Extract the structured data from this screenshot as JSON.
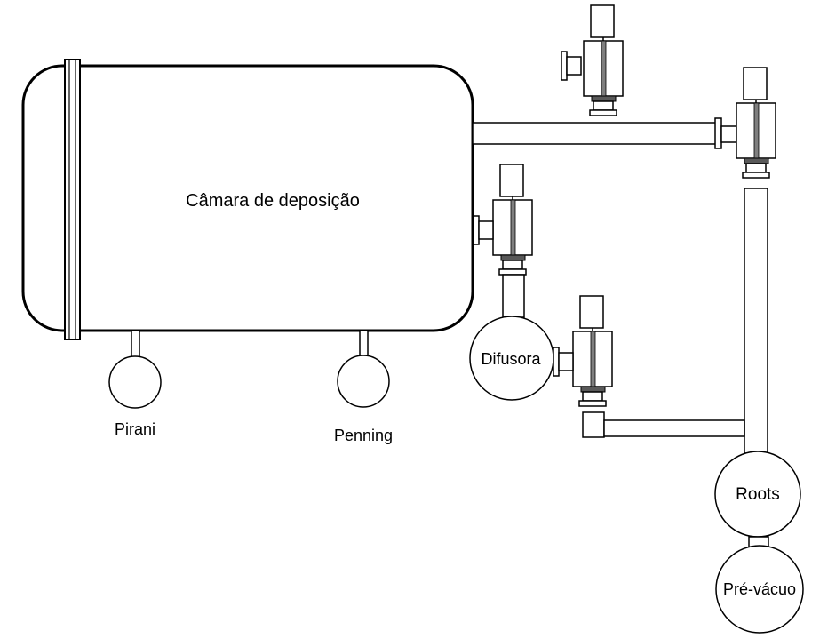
{
  "labels": {
    "chamber": "Câmara de deposição",
    "pirani": "Pirani",
    "penning": "Penning",
    "diffusion_pump": "Difusora",
    "roots_pump": "Roots",
    "rough_pump": "Pré-vácuo"
  },
  "colors": {
    "stroke": "#000000",
    "stem": "#7f7f7f",
    "seat": "#595959",
    "background": "#ffffff"
  }
}
